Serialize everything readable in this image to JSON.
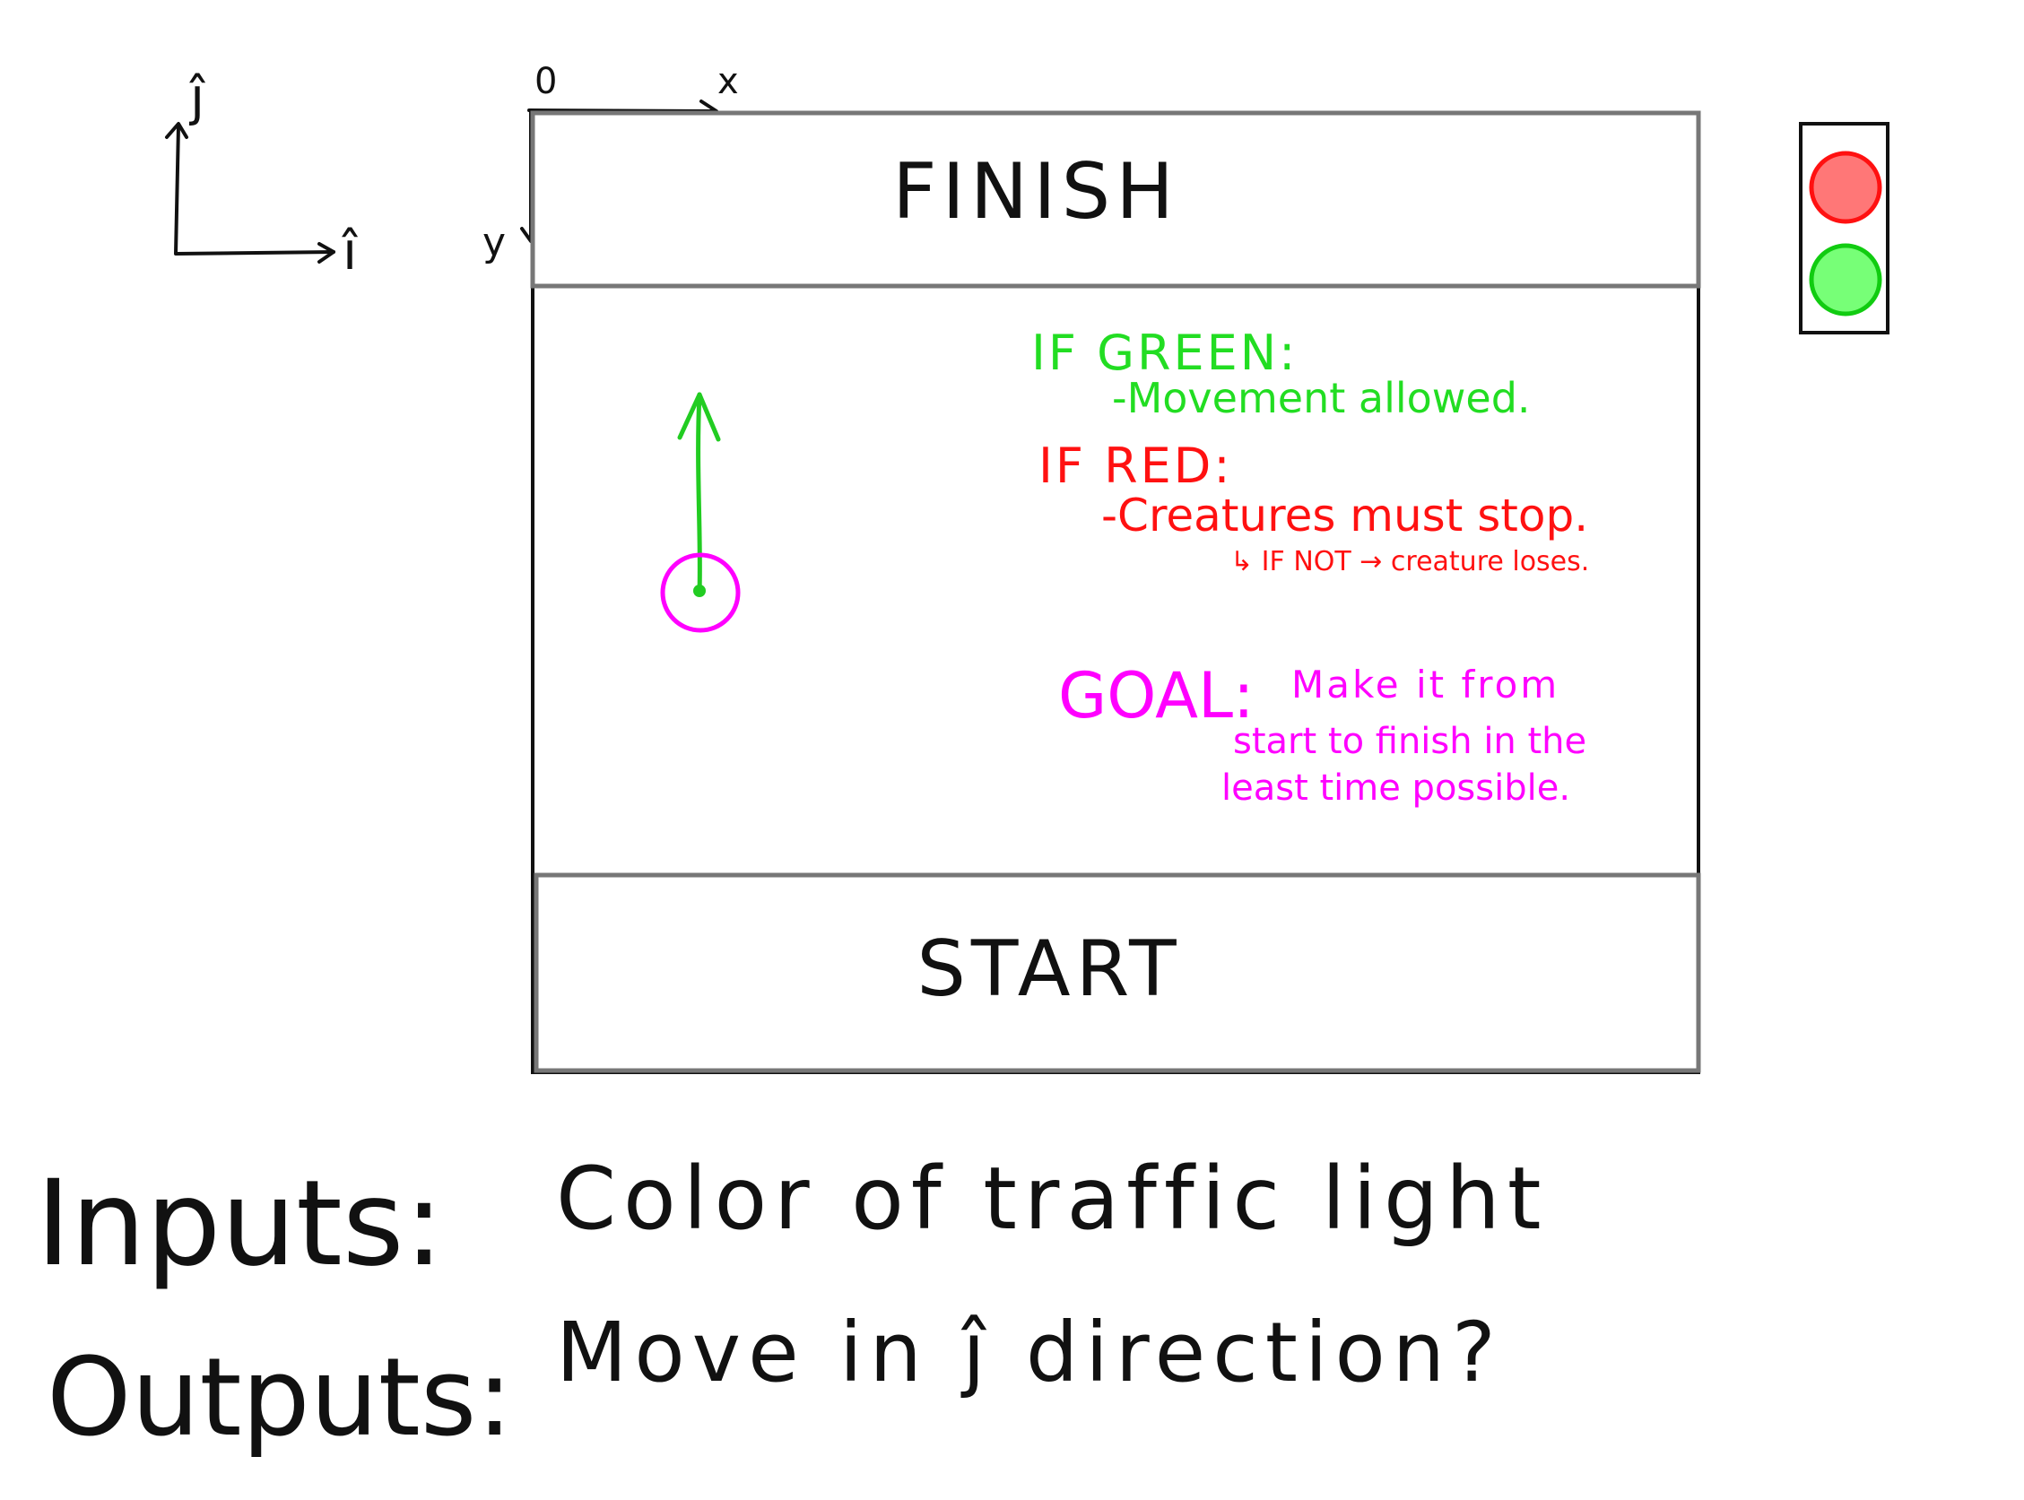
{
  "axes_unit_vectors": {
    "j_label": "ĵ",
    "i_label": "î"
  },
  "screen_axes": {
    "origin_label": "0",
    "x_label": "x",
    "y_label": "y"
  },
  "arena": {
    "finish_label": "FINISH",
    "start_label": "START"
  },
  "rules": {
    "green_heading": "IF GREEN:",
    "green_rule": "-Movement allowed.",
    "red_heading": "IF RED:",
    "red_rule": "-Creatures must stop.",
    "red_consequence": "↳ IF NOT → creature loses.",
    "goal_heading": "GOAL:",
    "goal_line1": "Make it from",
    "goal_line2": "start to finish in the",
    "goal_line3": "least time possible."
  },
  "traffic_light": {
    "top_color": "#ff7777",
    "bottom_color": "#77ff77"
  },
  "creature": {
    "ring_color": "#ff00ff",
    "arrow_color": "#22cc22"
  },
  "colors": {
    "green_text": "#22dd22",
    "red_text": "#ff1111",
    "magenta_text": "#ff00ff",
    "ink": "#111111"
  },
  "io": {
    "inputs_label": "Inputs:",
    "inputs_value": "Color of traffic light",
    "outputs_label": "Outputs:",
    "outputs_value": "Move in ĵ direction?"
  }
}
